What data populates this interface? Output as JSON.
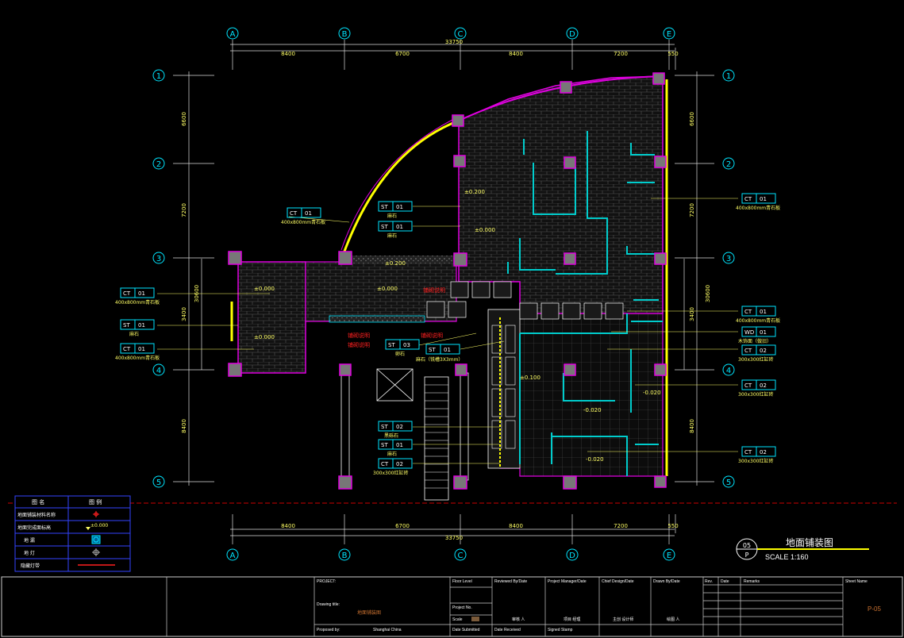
{
  "grid": {
    "columns": [
      "A",
      "B",
      "C",
      "D",
      "E"
    ],
    "rows": [
      "1",
      "2",
      "3",
      "4",
      "5"
    ],
    "top_spans": [
      "8400",
      "6700",
      "8400",
      "7200",
      "550"
    ],
    "top_total": "33750",
    "bottom_spans": [
      "8400",
      "6700",
      "8400",
      "7200",
      "550"
    ],
    "bottom_total": "33750",
    "left_spans": [
      "6600",
      "7200",
      "3400",
      "8400"
    ],
    "left_total": "30600",
    "right_spans": [
      "6600",
      "7200",
      "3400",
      "8400"
    ],
    "right_total": "30600"
  },
  "callouts_left": [
    {
      "code": "CT",
      "num": "01",
      "desc": "400x800mm青石板"
    },
    {
      "code": "ST",
      "num": "01",
      "desc": "麻石"
    },
    {
      "code": "CT",
      "num": "01",
      "desc": "400x800mm青石板"
    }
  ],
  "callouts_mid": [
    {
      "code": "CT",
      "num": "01",
      "desc": "400x800mm青石板"
    },
    {
      "code": "ST",
      "num": "01",
      "desc": "麻石"
    },
    {
      "code": "ST",
      "num": "01",
      "desc": "麻石"
    },
    {
      "code": "ST",
      "num": "03",
      "desc": "卵石"
    },
    {
      "code": "ST",
      "num": "01",
      "desc": "麻石（铣槽3X3mm）"
    },
    {
      "code": "ST",
      "num": "02",
      "desc": "黑砾石"
    },
    {
      "code": "ST",
      "num": "01",
      "desc": "麻石"
    },
    {
      "code": "CT",
      "num": "02",
      "desc": "300x300红缸砖"
    }
  ],
  "callouts_right": [
    {
      "code": "CT",
      "num": "01",
      "desc": "400x800mm青石板"
    },
    {
      "code": "CT",
      "num": "01",
      "desc": "400x800mm青石板"
    },
    {
      "code": "WD",
      "num": "01",
      "desc": "木饰面（做旧）"
    },
    {
      "code": "CT",
      "num": "02",
      "desc": "300x300红缸砖"
    },
    {
      "code": "CT",
      "num": "02",
      "desc": "300x300红缸砖"
    },
    {
      "code": "CT",
      "num": "02",
      "desc": "300x300红缸砖"
    }
  ],
  "levels": [
    "±0.200",
    "±0.000",
    "±0.200",
    "±0.000",
    "±0.000",
    "±0.000",
    "±0.100",
    "-0.020",
    "-0.020",
    "-0.020"
  ],
  "red_notes": [
    "铺砌说明",
    "铺砌说明",
    "铺砌说明",
    "铺砌说明"
  ],
  "legend": {
    "header_name": "图  名",
    "header_symbol": "图  例",
    "rows": [
      {
        "name": "地面铺装材料名称"
      },
      {
        "name": "地面完成面标高",
        "symbol_text": "±0.000"
      },
      {
        "name": "地  漏"
      },
      {
        "name": "地  灯"
      },
      {
        "name": "隐藏灯带"
      }
    ]
  },
  "title_block": {
    "badge_top": "05",
    "badge_bottom": "P",
    "title": "地面铺装图",
    "scale": "SCALE 1:160"
  },
  "sheet": {
    "project_label": "PROJECT:",
    "drawing_title_label": "Drawing title:",
    "drawing_title_value": "地面铺装图",
    "proposed_label": "Proposed by:",
    "proposed_value": "Shanghai China",
    "floor_level_label": "Floor Level",
    "project_no_label": "Project No.",
    "scale_label": "Scale",
    "date_submitted_label": "Date Submitted",
    "reviewed_label": "Reviewed By/Date",
    "date_received_label": "Date Received",
    "pm_label": "Project Manager/Date",
    "pm_value": "项目 经理",
    "signed_label": "Signed Stamp",
    "chief_label": "Chief Design/Date",
    "chief_value": "主创 设计师",
    "drawn_label": "Drawn By/Date",
    "drawn_value": "绘图 人",
    "reviewer_value": "审核 人",
    "rev_label": "Rev.",
    "date_label": "Date",
    "remarks_label": "Remarks",
    "sheet_name_label": "Sheet Name",
    "sheet_no": "P-05"
  }
}
